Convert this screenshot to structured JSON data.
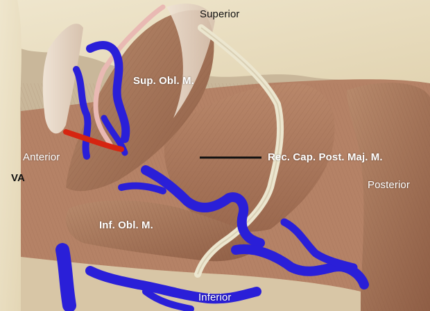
{
  "labels": {
    "superior": "Superior",
    "sup_obl": "Sup. Obl. M.",
    "anterior": "Anterior",
    "va": "VA",
    "rec_cap": "Rec. Cap. Post. Maj. M.",
    "posterior": "Posterior",
    "inf_obl": "Inf. Obl. M.",
    "inferior": "Inferior"
  },
  "colors": {
    "bone": "#ece2c6",
    "muscle": "#a9765a",
    "vein": "#2a1fd8",
    "artery": "#d62410",
    "nerve": "#ece6cf"
  }
}
